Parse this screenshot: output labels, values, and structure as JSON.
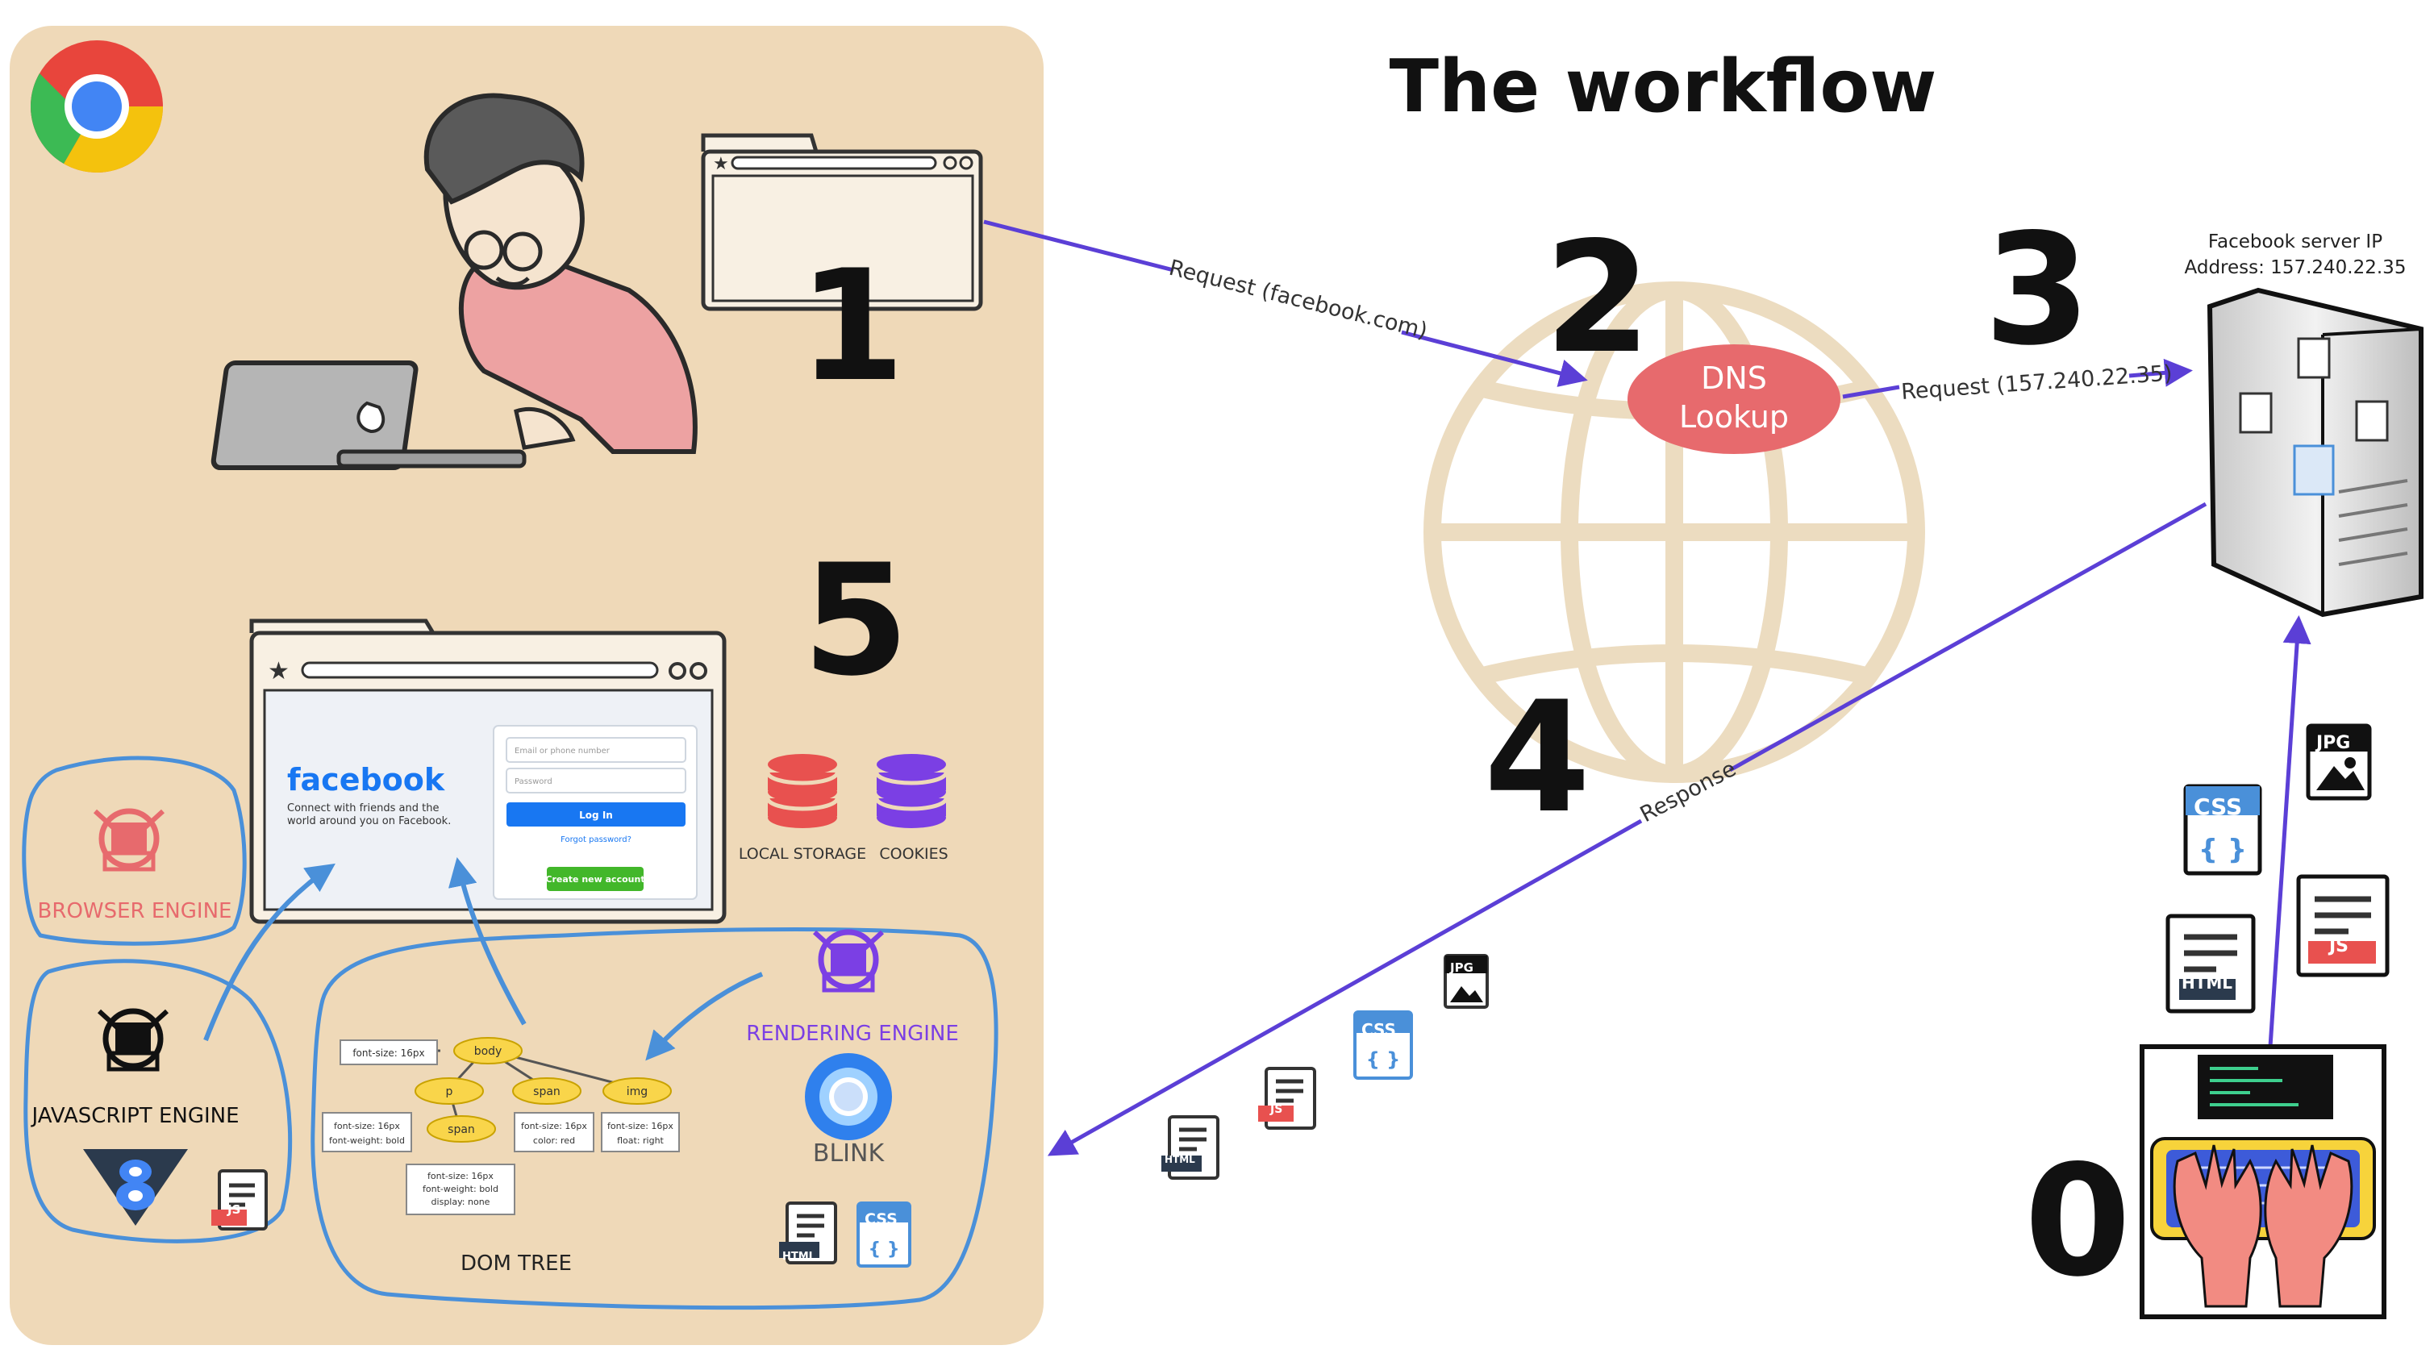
{
  "title": "The workflow",
  "steps": {
    "s0": "0",
    "s1": "1",
    "s2": "2",
    "s3": "3",
    "s4": "4",
    "s5": "5"
  },
  "arrows": {
    "request_domain": "Request (facebook.com)",
    "request_ip": "Request (157.240.22.35)",
    "response": "Response"
  },
  "dns": {
    "line1": "DNS",
    "line2": "Lookup"
  },
  "server": {
    "line1": "Facebook server IP",
    "line2": "Address: 157.240.22.35"
  },
  "file_types": {
    "css": "CSS",
    "css_body": "{ }",
    "js": "JS",
    "html": "HTML",
    "jpg": "JPG"
  },
  "facebook_page": {
    "logo": "facebook",
    "tagline_1": "Connect with friends and the",
    "tagline_2": "world around you on Facebook.",
    "email_placeholder": "Email or phone number",
    "password_placeholder": "Password",
    "login_button": "Log In",
    "forgot_link": "Forgot password?",
    "create_button": "Create new account"
  },
  "storage": {
    "local_storage": "LOCAL STORAGE",
    "cookies": "COOKIES"
  },
  "engines": {
    "browser": "BROWSER ENGINE",
    "javascript": "JAVASCRIPT ENGINE",
    "rendering": "RENDERING ENGINE",
    "blink": "BLINK"
  },
  "dom_tree": {
    "label": "DOM TREE",
    "nodes": {
      "body": "body",
      "p": "p",
      "span_a": "span",
      "img": "img",
      "span_b": "span"
    },
    "styles": {
      "body": "font-size: 16px",
      "p_1": "font-size: 16px",
      "p_2": "font-weight: bold",
      "span_a_1": "font-size: 16px",
      "span_a_2": "color: red",
      "img_1": "font-size: 16px",
      "img_2": "float: right",
      "span_b_1": "font-size: 16px",
      "span_b_2": "font-weight: bold",
      "span_b_3": "display: none"
    }
  },
  "colors": {
    "browser_panel": "#efd9b8",
    "globe": "#ecdcc0",
    "arrow": "#5b3fd6",
    "dns_fill": "#e76a6d",
    "engine_outline": "#4a90d9",
    "browser_engine_text": "#e76a6d",
    "rendering_engine_text": "#7b3fe4",
    "facebook_blue": "#1877f2",
    "storage_red": "#e8514f",
    "storage_purple": "#7b3fe4"
  }
}
